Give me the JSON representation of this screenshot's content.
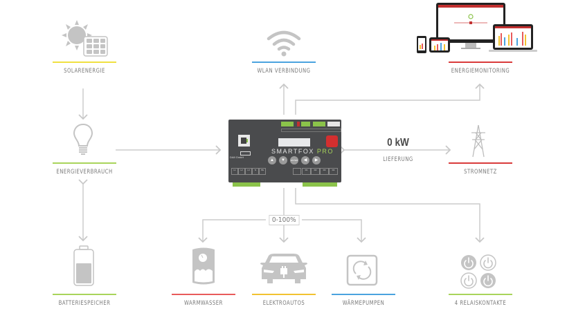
{
  "diagram": {
    "nodes": [
      {
        "id": "solar",
        "label": "SOLARENERGIE",
        "icon": "solar-panel-icon",
        "accent": "#f0e040"
      },
      {
        "id": "wlan",
        "label": "WLAN VERBINDUNG",
        "icon": "wifi-icon",
        "accent": "#4aa3df"
      },
      {
        "id": "monitoring",
        "label": "ENERGIEMONITORING",
        "icon": "devices-icon",
        "accent": "#d93a3a"
      },
      {
        "id": "consumption",
        "label": "ENERGIEVERBRAUCH",
        "icon": "light-bulb-icon",
        "accent": "#a8d45a"
      },
      {
        "id": "grid",
        "label": "STROMNETZ",
        "icon": "power-pylon-icon",
        "accent": "#d93a3a"
      },
      {
        "id": "battery",
        "label": "BATTERIESPEICHER",
        "icon": "battery-icon",
        "accent": "#a8d45a"
      },
      {
        "id": "hotwater",
        "label": "WARMWASSER",
        "icon": "water-heater-icon",
        "accent": "#e85a5a"
      },
      {
        "id": "ev",
        "label": "ELEKTROAUTOS",
        "icon": "electric-car-icon",
        "accent": "#f2c230"
      },
      {
        "id": "heatpump",
        "label": "WÄRMEPUMPEN",
        "icon": "heat-pump-icon",
        "accent": "#4aa3df"
      },
      {
        "id": "relays",
        "label": "4 RELAISKONTAKTE",
        "icon": "relay-power-icon",
        "accent": "#a8d45a"
      }
    ],
    "grid_flow": {
      "value": "0 kW",
      "caption": "LIEFERUNG"
    },
    "control_range": "0-100%",
    "device": {
      "brand": "SMARTFOX",
      "model": "PRO",
      "maker": "DAfi GmbH",
      "buttons": [
        "▲",
        "▼",
        "ENTER",
        "◀",
        "▶"
      ],
      "left_terminals": [
        "L1",
        "L2",
        "L3",
        "N",
        "PE"
      ],
      "relay_terminals": [
        "R1",
        "R2",
        "R3",
        "R4"
      ],
      "brand_color": "#ffffff",
      "model_color": "#a8d45a"
    }
  }
}
